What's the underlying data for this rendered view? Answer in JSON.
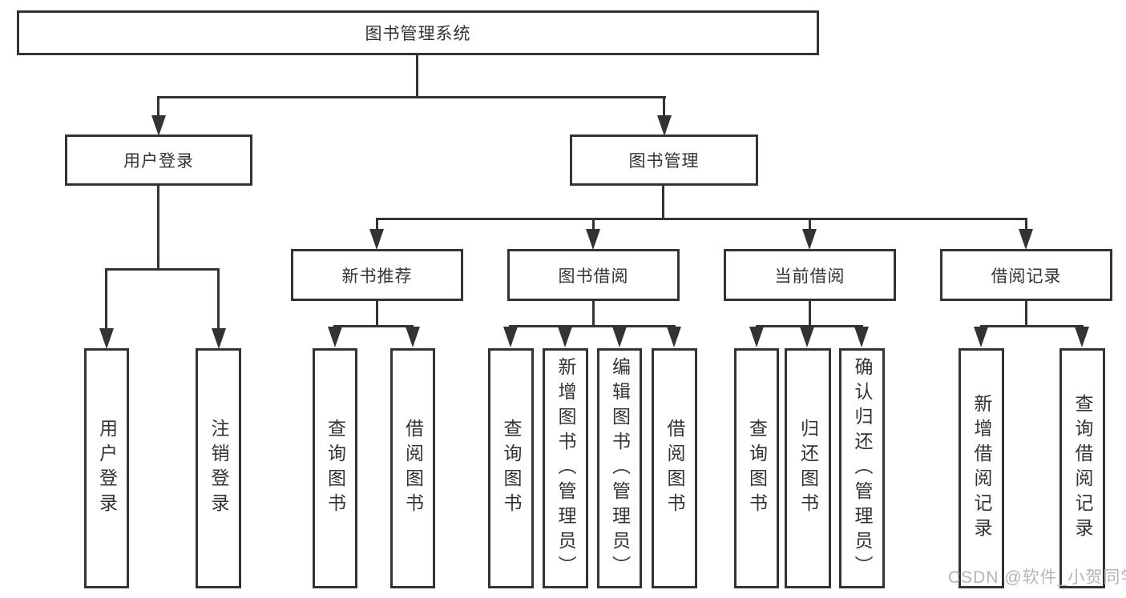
{
  "diagram": {
    "root": {
      "label": "图书管理系统"
    },
    "branches": [
      {
        "label": "用户登录",
        "children": [
          {
            "label": "用户登录"
          },
          {
            "label": "注销登录"
          }
        ]
      },
      {
        "label": "图书管理",
        "children": [
          {
            "label": "新书推荐",
            "children": [
              {
                "label": "查询图书"
              },
              {
                "label": "借阅图书"
              }
            ]
          },
          {
            "label": "图书借阅",
            "children": [
              {
                "label": "查询图书"
              },
              {
                "label": "新增图书（管理员）"
              },
              {
                "label": "编辑图书（管理员）"
              },
              {
                "label": "借阅图书"
              }
            ]
          },
          {
            "label": "当前借阅",
            "children": [
              {
                "label": "查询图书"
              },
              {
                "label": "归还图书"
              },
              {
                "label": "确认归还（管理员）"
              }
            ]
          },
          {
            "label": "借阅记录",
            "children": [
              {
                "label": "新增借阅记录"
              },
              {
                "label": "查询借阅记录"
              }
            ]
          }
        ]
      }
    ],
    "watermark": "CSDN @软件_小贺同学",
    "colors": {
      "line": "#333333",
      "border": "#333333",
      "text": "#333333",
      "watermark_text": "#b9b4b6",
      "background": "#ffffff"
    }
  }
}
